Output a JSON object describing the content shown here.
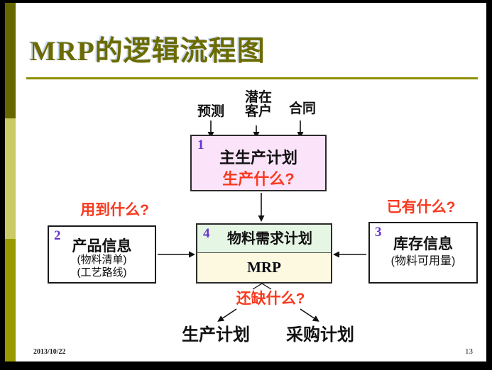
{
  "slide": {
    "title": "MRP的逻辑流程图",
    "footer_date": "2013/10/22",
    "page_number": "13"
  },
  "diagram": {
    "inputs": [
      {
        "lines": [
          "预测"
        ]
      },
      {
        "lines": [
          "潜在",
          "客户"
        ]
      },
      {
        "lines": [
          "合同"
        ]
      }
    ],
    "boxes": {
      "mps": {
        "number": "1",
        "title": "主生产计划",
        "question": "生产什么?"
      },
      "product": {
        "number": "2",
        "title": "产品信息",
        "details": [
          "(物料清单)",
          "(工艺路线)"
        ]
      },
      "inventory": {
        "number": "3",
        "title": "库存信息",
        "details": [
          "(物料可用量)"
        ]
      },
      "mrp": {
        "number": "4",
        "title": "物料需求计划",
        "label": "MRP"
      }
    },
    "questions": {
      "left": "用到什么?",
      "right": "已有什么?",
      "bottom": "还缺什么?"
    },
    "outputs": [
      {
        "label": "生产计划"
      },
      {
        "label": "采购计划"
      }
    ]
  },
  "colors": {
    "title_olive": "#6b6b00",
    "accent_bar_dark": "#676700",
    "accent_bar_light": "#cbcb66",
    "accent_bar_medium": "#9a9a00",
    "underline_olive": "#8f8f00",
    "question_red": "#f8391f",
    "number_purple": "#6633cc",
    "mps_box_fill": "#fbe3fa",
    "mrp_top_fill": "#e6f6e4",
    "mrp_bottom_fill": "#fcf9e0"
  }
}
